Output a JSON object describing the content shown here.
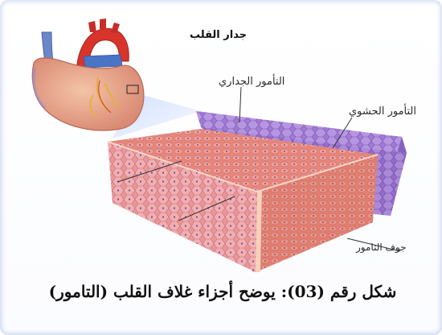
{
  "title": "جدار القلب",
  "labels": {
    "parietal_pericardium": "التأمور الجداري",
    "visceral_pericardium": "التأمور الحشوي",
    "pericardial_cavity": "جوف التامور"
  },
  "caption": "شكل رقم (03): يوضح أجزاء غلاف القلب (التامور)",
  "colors": {
    "myocardium": "#e28a8f",
    "pericardium_outer": "#a57ed6",
    "heart_red": "#d8342c",
    "vessel_blue": "#4a74c6"
  }
}
